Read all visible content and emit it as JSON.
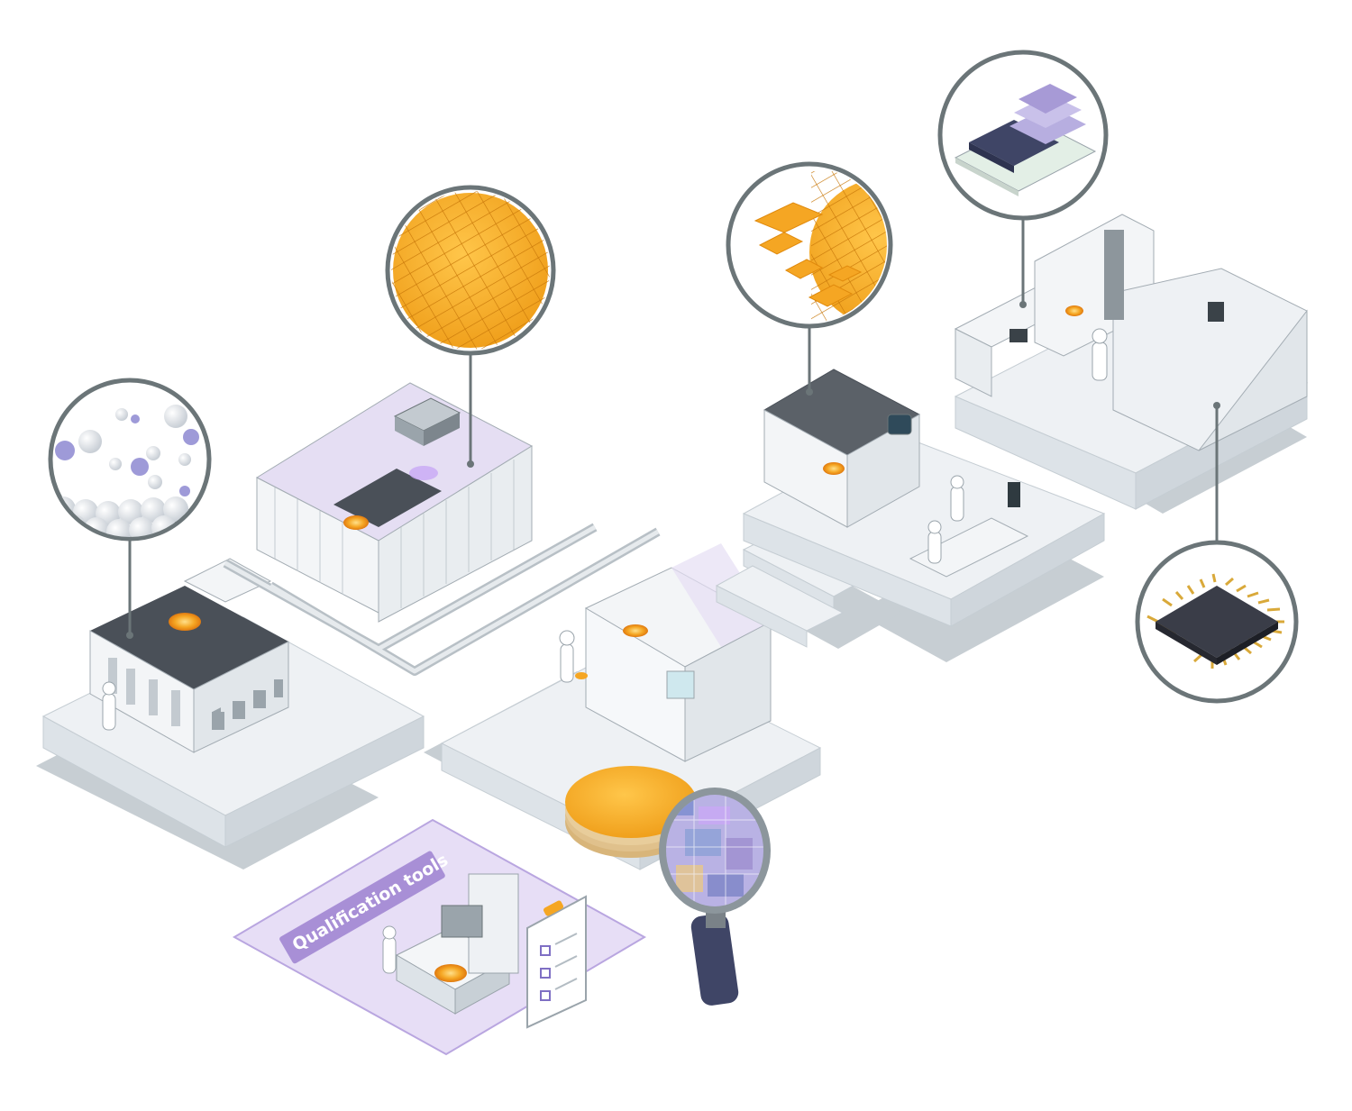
{
  "qualification_label": "Qualification tools",
  "callouts": [
    {
      "id": "molecules",
      "name": "molecules-callout"
    },
    {
      "id": "wafer",
      "name": "patterned-wafer-callout"
    },
    {
      "id": "dicing",
      "name": "die-singulation-callout"
    },
    {
      "id": "stacking",
      "name": "stacked-die-callout"
    },
    {
      "id": "chip",
      "name": "packaged-chip-callout"
    }
  ],
  "colors": {
    "platform_top": "#eef1f4",
    "platform_side": "#cfd6dc",
    "shadow": "#c7ced3",
    "wafer_orange": "#f5a623",
    "wafer_orange_dark": "#e08a0d",
    "qual_zone": "#e7def6",
    "qual_zone_border": "#b9a6e0",
    "label_badge": "#a88fd6",
    "circle_stroke": "#6b7578",
    "chip_body": "#3a3d48",
    "chip_pin": "#d9a93a",
    "stack_purple": "#a79ad6",
    "stack_dark": "#3f4566"
  }
}
